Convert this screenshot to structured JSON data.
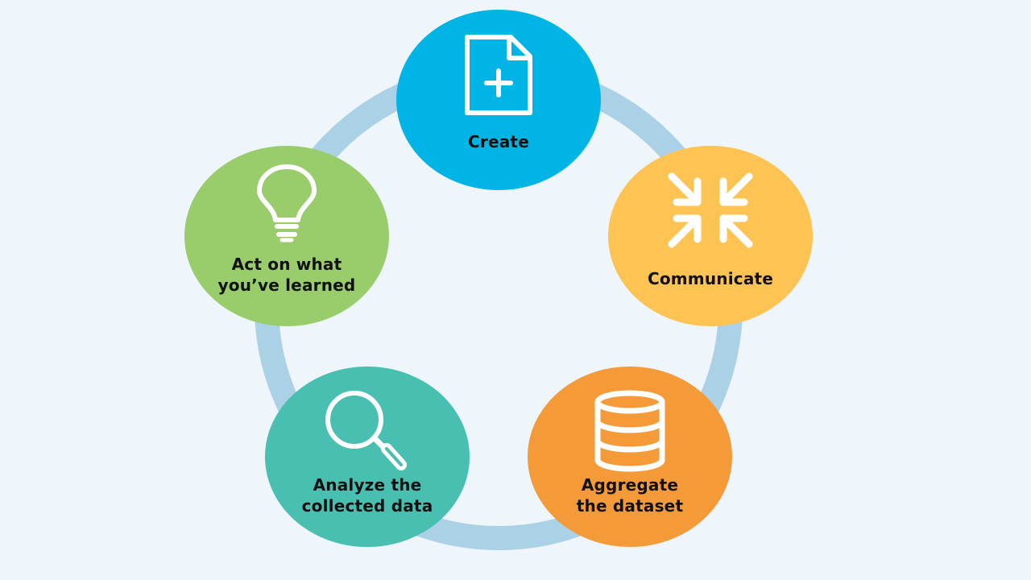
{
  "diagram": {
    "background": "#eef5fb",
    "ring_color": "#abd1e7",
    "steps": [
      {
        "id": "create",
        "label": "Create",
        "color": "#00b5e6",
        "icon": "document-plus-icon"
      },
      {
        "id": "communicate",
        "label": "Communicate",
        "color": "#fdc453",
        "icon": "arrows-inward-icon"
      },
      {
        "id": "aggregate",
        "label": "Aggregate\nthe dataset",
        "color": "#f59a38",
        "icon": "database-icon"
      },
      {
        "id": "analyze",
        "label": "Analyze the\ncollected data",
        "color": "#48bfb0",
        "icon": "magnifier-icon"
      },
      {
        "id": "act",
        "label": "Act on what\nyou’ve learned",
        "color": "#99cc6b",
        "icon": "lightbulb-icon"
      }
    ]
  }
}
